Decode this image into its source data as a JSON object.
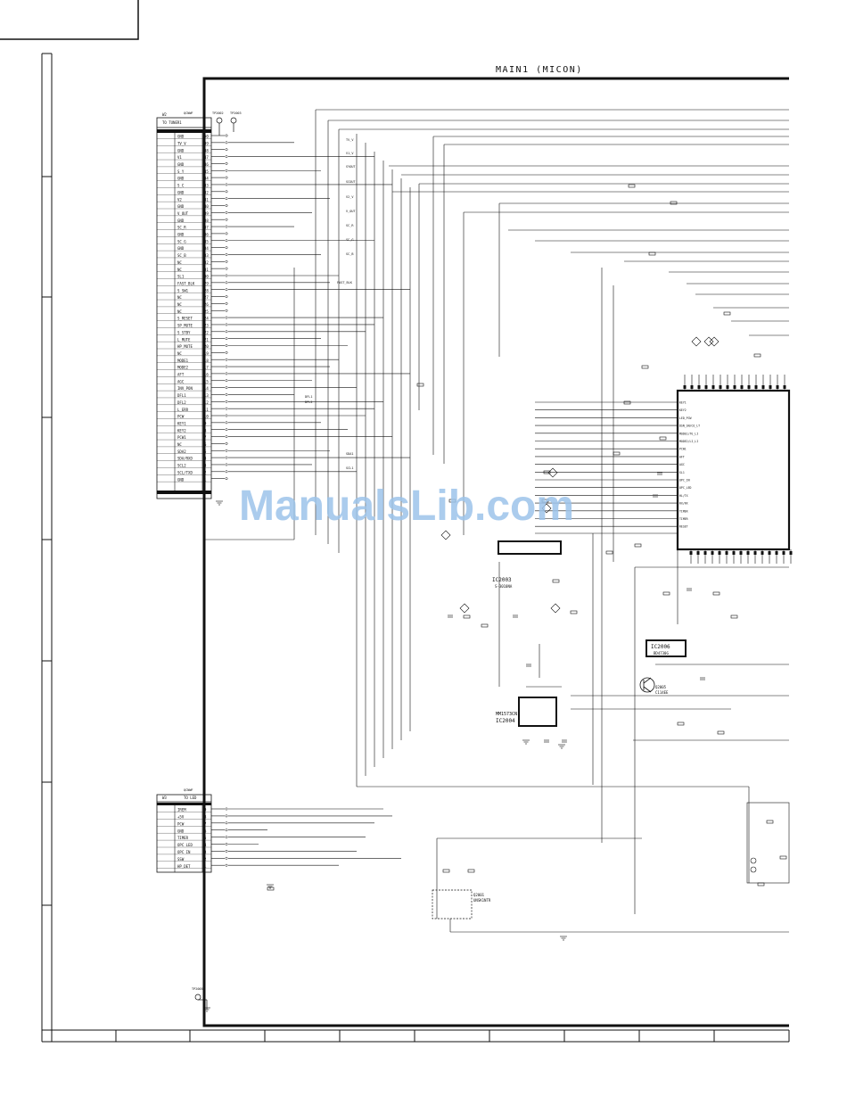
{
  "sheet": {
    "title": "MAIN1 (MICON)",
    "watermark": "ManualsLib.com",
    "colors": {
      "ink": "#111111",
      "paper": "#ffffff",
      "watermark": "#9cc3ea"
    }
  },
  "connector_tuner": {
    "ref": "W2",
    "part": "QCNWF",
    "to_label": "TO TUNER1",
    "pins": [
      {
        "name": "GND",
        "num": "50"
      },
      {
        "name": "TV_V",
        "num": "49"
      },
      {
        "name": "GND",
        "num": "48"
      },
      {
        "name": "V1",
        "num": "47"
      },
      {
        "name": "GND",
        "num": "46"
      },
      {
        "name": "S_Y",
        "num": "45"
      },
      {
        "name": "GND",
        "num": "44"
      },
      {
        "name": "S_C",
        "num": "43"
      },
      {
        "name": "GND",
        "num": "42"
      },
      {
        "name": "V2",
        "num": "41"
      },
      {
        "name": "GND",
        "num": "40"
      },
      {
        "name": "V_OUT",
        "num": "39"
      },
      {
        "name": "GND",
        "num": "38"
      },
      {
        "name": "SC_R",
        "num": "37"
      },
      {
        "name": "GND",
        "num": "36"
      },
      {
        "name": "SC_G",
        "num": "35"
      },
      {
        "name": "GND",
        "num": "34"
      },
      {
        "name": "SC_B",
        "num": "33"
      },
      {
        "name": "NC",
        "num": "32"
      },
      {
        "name": "NC",
        "num": "31"
      },
      {
        "name": "SL1",
        "num": "30"
      },
      {
        "name": "FAST_BLK",
        "num": "29"
      },
      {
        "name": "S_SW1",
        "num": "28"
      },
      {
        "name": "NC",
        "num": "27"
      },
      {
        "name": "NC",
        "num": "26"
      },
      {
        "name": "NC",
        "num": "25"
      },
      {
        "name": "S_RESET",
        "num": "24"
      },
      {
        "name": "SP_MUTE",
        "num": "23"
      },
      {
        "name": "S_STBY",
        "num": "22"
      },
      {
        "name": "L_MUTE",
        "num": "21"
      },
      {
        "name": "HP_MUTE",
        "num": "20"
      },
      {
        "name": "NC",
        "num": "19"
      },
      {
        "name": "MODE1",
        "num": "18"
      },
      {
        "name": "MODE2",
        "num": "17"
      },
      {
        "name": "AFT",
        "num": "16"
      },
      {
        "name": "AGC",
        "num": "15"
      },
      {
        "name": "INV_PON",
        "num": "14"
      },
      {
        "name": "DFL1",
        "num": "13"
      },
      {
        "name": "DFL2",
        "num": "12"
      },
      {
        "name": "L_ERR",
        "num": "11"
      },
      {
        "name": "PCW",
        "num": "10"
      },
      {
        "name": "KEY1",
        "num": "9"
      },
      {
        "name": "KEY2",
        "num": "8"
      },
      {
        "name": "PCW1",
        "num": "7"
      },
      {
        "name": "NC",
        "num": "6"
      },
      {
        "name": "SDA2",
        "num": "5"
      },
      {
        "name": "SDA/RXD",
        "num": "4"
      },
      {
        "name": "SCL2",
        "num": "3"
      },
      {
        "name": "SCL/TXD",
        "num": "2"
      },
      {
        "name": "GND",
        "num": "1"
      }
    ]
  },
  "connector_led": {
    "ref": "W3",
    "part": "QCNWF",
    "to_label": "TO LED",
    "pins": [
      {
        "name": "IREM",
        "num": "9"
      },
      {
        "name": "+5V",
        "num": "8"
      },
      {
        "name": "PCW",
        "num": "7"
      },
      {
        "name": "GND",
        "num": "6"
      },
      {
        "name": "TIMER",
        "num": "5"
      },
      {
        "name": "OPC LED",
        "num": "4"
      },
      {
        "name": "OPC IN",
        "num": "3"
      },
      {
        "name": "SSW",
        "num": "2"
      },
      {
        "name": "HP_DET",
        "num": "1"
      }
    ]
  },
  "ics": {
    "ic2003": {
      "ref": "IC2003",
      "part": "S-3010NA"
    },
    "ic2004": {
      "ref": "IC2004",
      "part": "MM1573CN"
    },
    "ic2006": {
      "ref": "IC2006",
      "part": "BD4730G"
    },
    "q2001": {
      "ref": "Q2001",
      "part": "UNSK1NTR"
    },
    "q2005": {
      "ref": "Q2005",
      "part": "C114EE"
    }
  },
  "labels": {
    "tp_top": "TP2002",
    "tp_top2": "TP2003",
    "tp_bottom": "TP2005",
    "micon_pins": [
      "KEY1",
      "KEY2",
      "LED_PCW",
      "DSN_SN/CO_LT",
      "MODE1/TG_LI",
      "MODE2/LI_LI",
      "PCW1",
      "AFT",
      "AGC",
      "SL1",
      "OPC_IN",
      "OPC_LED",
      "HL/TX",
      "RX/RX",
      "TIMER",
      "TIMER",
      "RESET"
    ],
    "net_labels": [
      "TV_V",
      "V1_V",
      "SYOUT",
      "SCOUT",
      "V2_V",
      "V_OUT",
      "SC_R",
      "SC_G",
      "SC_B",
      "FAST_BLK",
      "DFL1",
      "DFL2",
      "SDA1",
      "SCL1"
    ]
  }
}
